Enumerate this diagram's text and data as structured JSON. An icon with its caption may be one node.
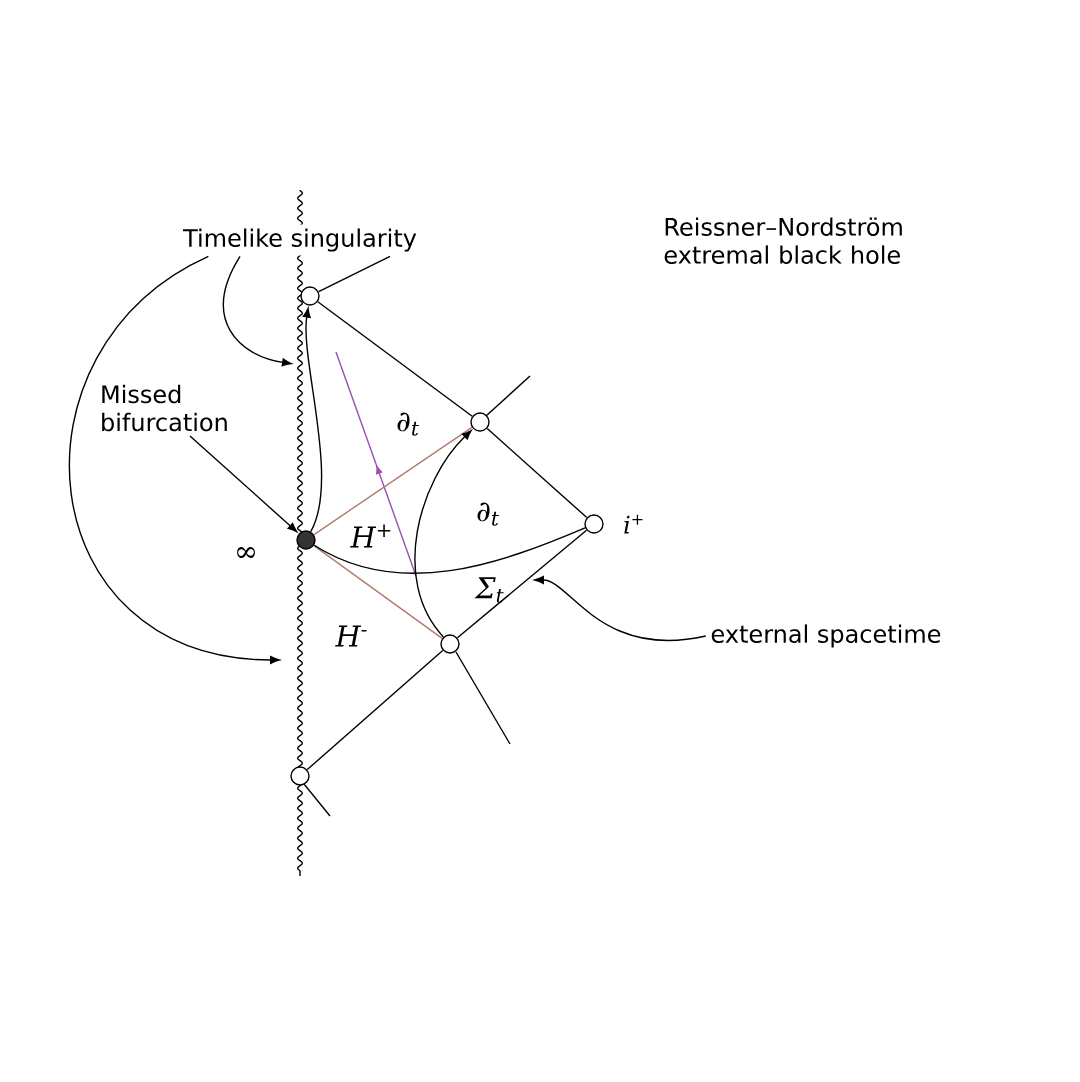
{
  "diagram": {
    "title": "Reissner–Nordström extremal black hole",
    "nodes": [
      {
        "text": [
          "Timelike singularity"
        ]
      },
      {
        "text": [],
        "shape": "circle"
      },
      {
        "text": [],
        "shape": "circle"
      },
      {
        "text": [
          "Missed bifurcation"
        ]
      },
      {
        "text": [],
        "shape": "circle"
      },
      {
        "text": [],
        "shape": "circle",
        "beside": [
          "i$^{+}$"
        ]
      },
      {
        "text": [],
        "shape": "circle"
      },
      {
        "text": [
          "external spacetime"
        ]
      },
      {
        "text": [],
        "shape": "circle"
      }
    ],
    "edges": [
      {
        "from": 0,
        "to": null,
        "arrow": "to"
      },
      {
        "from": 0,
        "to": null,
        "arrow": "to"
      },
      {
        "from": 0,
        "to": 1,
        "arrow": "none"
      },
      {
        "from": 3,
        "to": 4,
        "arrow": "to"
      },
      {
        "from": 7,
        "to": null,
        "arrow": "to"
      },
      {
        "from": 1,
        "to": 2,
        "arrow": "none"
      },
      {
        "from": 2,
        "to": 5,
        "arrow": "none"
      },
      {
        "from": 5,
        "to": 6,
        "arrow": "none"
      },
      {
        "from": 6,
        "to": 8,
        "arrow": "none"
      },
      {
        "from": 4,
        "to": 2,
        "arrow": "none",
        "color": "#b07a6e"
      },
      {
        "from": 4,
        "to": 6,
        "arrow": "none",
        "color": "#b07a6e"
      },
      {
        "from": 4,
        "to": 5,
        "arrow": "none"
      },
      {
        "from": 4,
        "to": 1,
        "arrow": "to"
      },
      {
        "from": 6,
        "to": 2,
        "arrow": "to"
      }
    ],
    "labels": [
      "∞",
      "∂$_{t}$",
      "H$^{+}$",
      "∂$_{t}$",
      "Σ$_{t}$",
      "H$^{-}$"
    ]
  }
}
